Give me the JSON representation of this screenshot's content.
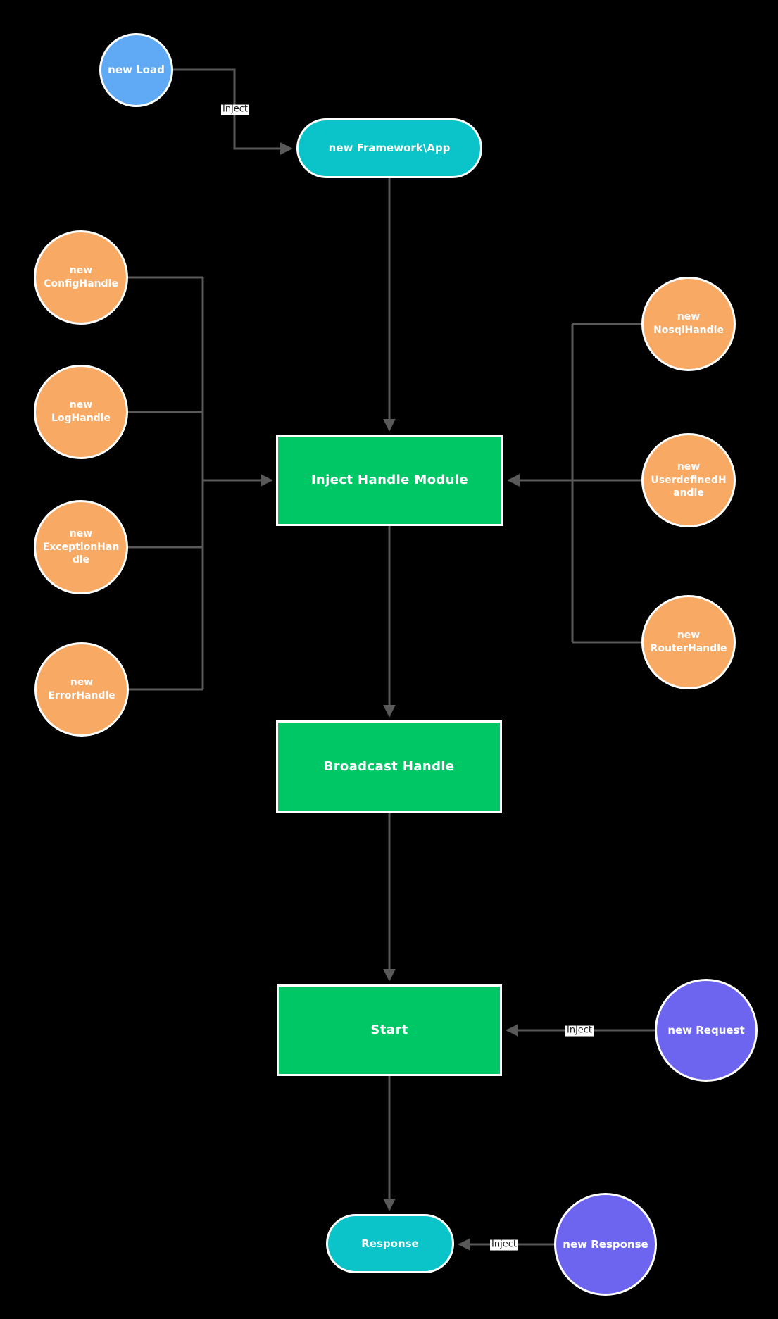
{
  "diagram": {
    "type": "flowchart",
    "nodes": {
      "load": {
        "label": "new Load",
        "shape": "circle",
        "color": "blue"
      },
      "framework_app": {
        "label": "new Framework\\App",
        "shape": "stadium",
        "color": "teal"
      },
      "config_handle": {
        "label": "new\nConfigHandle",
        "shape": "circle",
        "color": "orange"
      },
      "log_handle": {
        "label": "new\nLogHandle",
        "shape": "circle",
        "color": "orange"
      },
      "exception_handle": {
        "label": "new\nExceptionHan\ndle",
        "shape": "circle",
        "color": "orange"
      },
      "error_handle": {
        "label": "new\nErrorHandle",
        "shape": "circle",
        "color": "orange"
      },
      "nosql_handle": {
        "label": "new\nNosqlHandle",
        "shape": "circle",
        "color": "orange"
      },
      "userdefined_handle": {
        "label": "new\nUserdefinedH\nandle",
        "shape": "circle",
        "color": "orange"
      },
      "router_handle": {
        "label": "new\nRouterHandle",
        "shape": "circle",
        "color": "orange"
      },
      "inject_handle_module": {
        "label": "Inject Handle Module",
        "shape": "rect",
        "color": "green"
      },
      "broadcast_handle": {
        "label": "Broadcast Handle",
        "shape": "rect",
        "color": "green"
      },
      "start": {
        "label": "Start",
        "shape": "rect",
        "color": "green"
      },
      "request": {
        "label": "new Request",
        "shape": "circle",
        "color": "purple"
      },
      "response": {
        "label": "Response",
        "shape": "stadium",
        "color": "teal"
      },
      "new_response": {
        "label": "new Response",
        "shape": "circle",
        "color": "purple"
      }
    },
    "edges": [
      {
        "from": "load",
        "to": "framework_app",
        "label": "Inject"
      },
      {
        "from": "framework_app",
        "to": "inject_handle_module",
        "label": ""
      },
      {
        "from": "config_handle",
        "to": "inject_handle_module",
        "label": ""
      },
      {
        "from": "log_handle",
        "to": "inject_handle_module",
        "label": ""
      },
      {
        "from": "exception_handle",
        "to": "inject_handle_module",
        "label": ""
      },
      {
        "from": "error_handle",
        "to": "inject_handle_module",
        "label": ""
      },
      {
        "from": "nosql_handle",
        "to": "inject_handle_module",
        "label": ""
      },
      {
        "from": "userdefined_handle",
        "to": "inject_handle_module",
        "label": ""
      },
      {
        "from": "router_handle",
        "to": "inject_handle_module",
        "label": ""
      },
      {
        "from": "inject_handle_module",
        "to": "broadcast_handle",
        "label": ""
      },
      {
        "from": "broadcast_handle",
        "to": "start",
        "label": ""
      },
      {
        "from": "request",
        "to": "start",
        "label": "Inject"
      },
      {
        "from": "start",
        "to": "response",
        "label": ""
      },
      {
        "from": "new_response",
        "to": "response",
        "label": "Inject"
      }
    ],
    "colors": {
      "background": "#000000",
      "node_blue": "#60AAF5",
      "node_teal": "#0AC4CA",
      "node_orange": "#F8A964",
      "node_green": "#00C765",
      "node_purple": "#6D65F0",
      "node_border": "#FFFFFF",
      "node_text": "#FFFFFF",
      "connector": "#595959",
      "edge_label_bg": "#FFFFFF",
      "edge_label_text": "#1A1A1A"
    }
  }
}
